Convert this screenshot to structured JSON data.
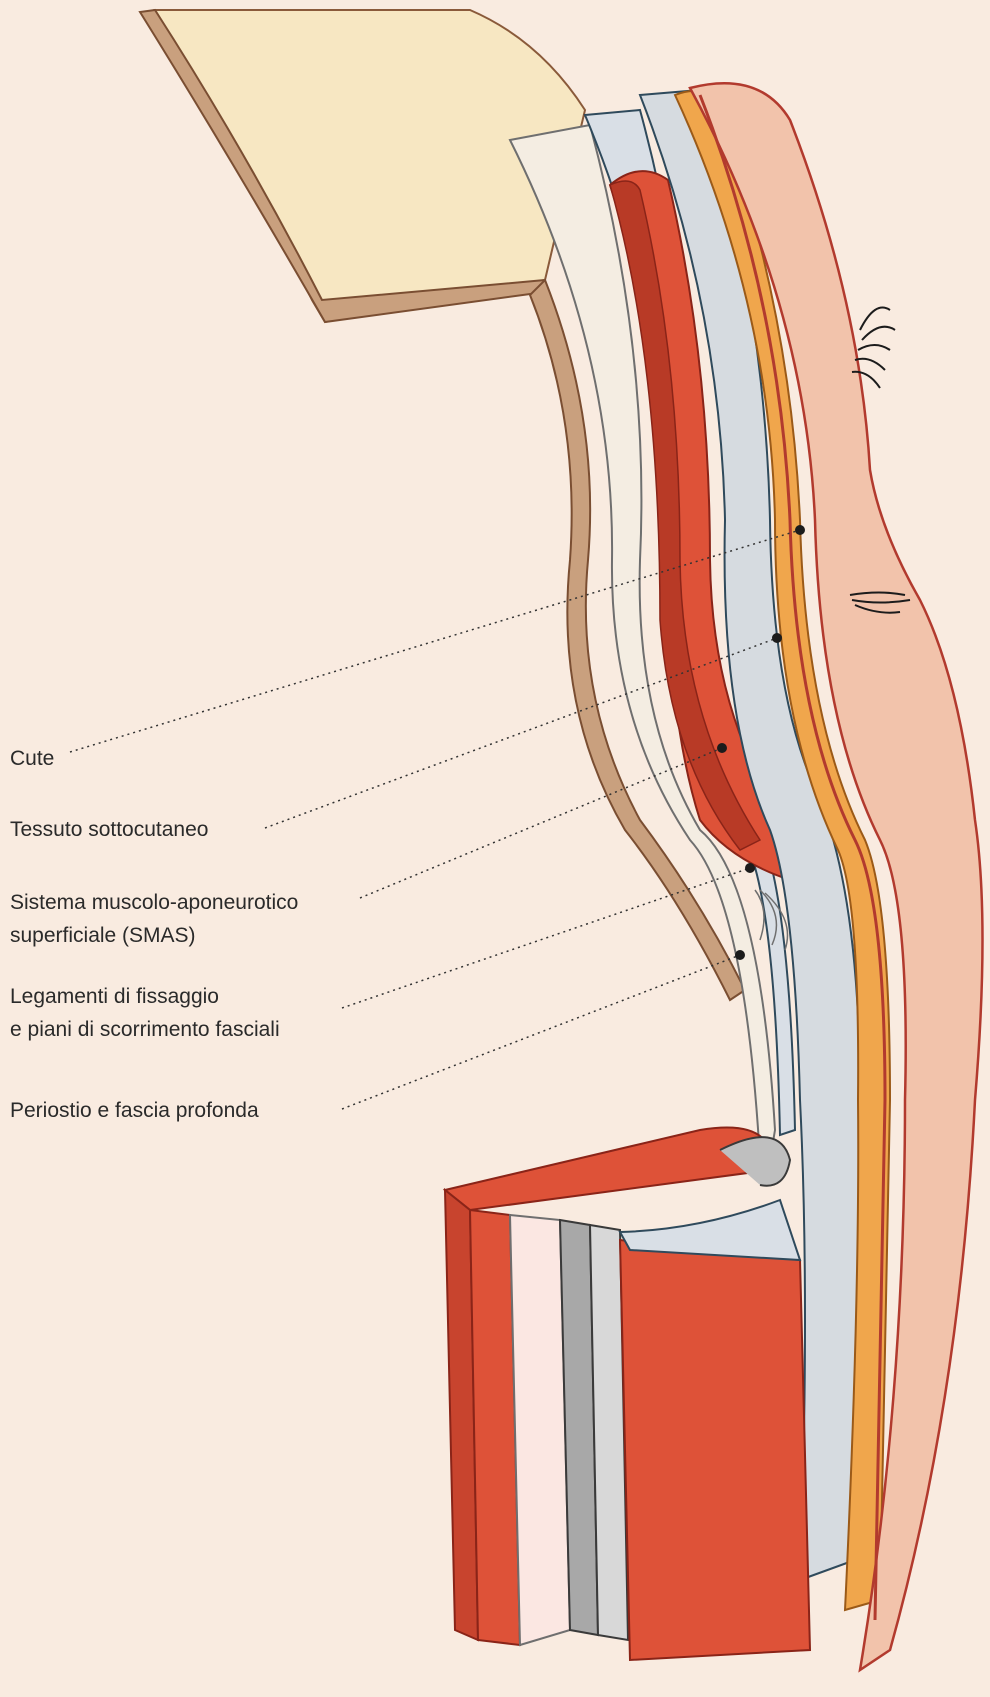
{
  "labels": {
    "cute": "Cute",
    "tessuto_sottocutaneo": "Tessuto sottocutaneo",
    "smas_line1": "Sistema muscolo-aponeurotico",
    "smas_line2": "superficiale (SMAS)",
    "legamenti_line1": "Legamenti di fissaggio",
    "legamenti_line2": "e piani di scorrimento fasciali",
    "periostio": "Periostio e fascia profonda"
  },
  "colors": {
    "background": "#f9ebe0",
    "skin": "#f2c3ab",
    "skin_outline": "#b23a2e",
    "fat": "#f0a64c",
    "fascia": "#d9dfe6",
    "muscle": "#de5238",
    "muscle_dark": "#b83a26",
    "bone": "#f7e7c2",
    "bone_edge": "#c9a07e",
    "leader_line": "#333333"
  }
}
